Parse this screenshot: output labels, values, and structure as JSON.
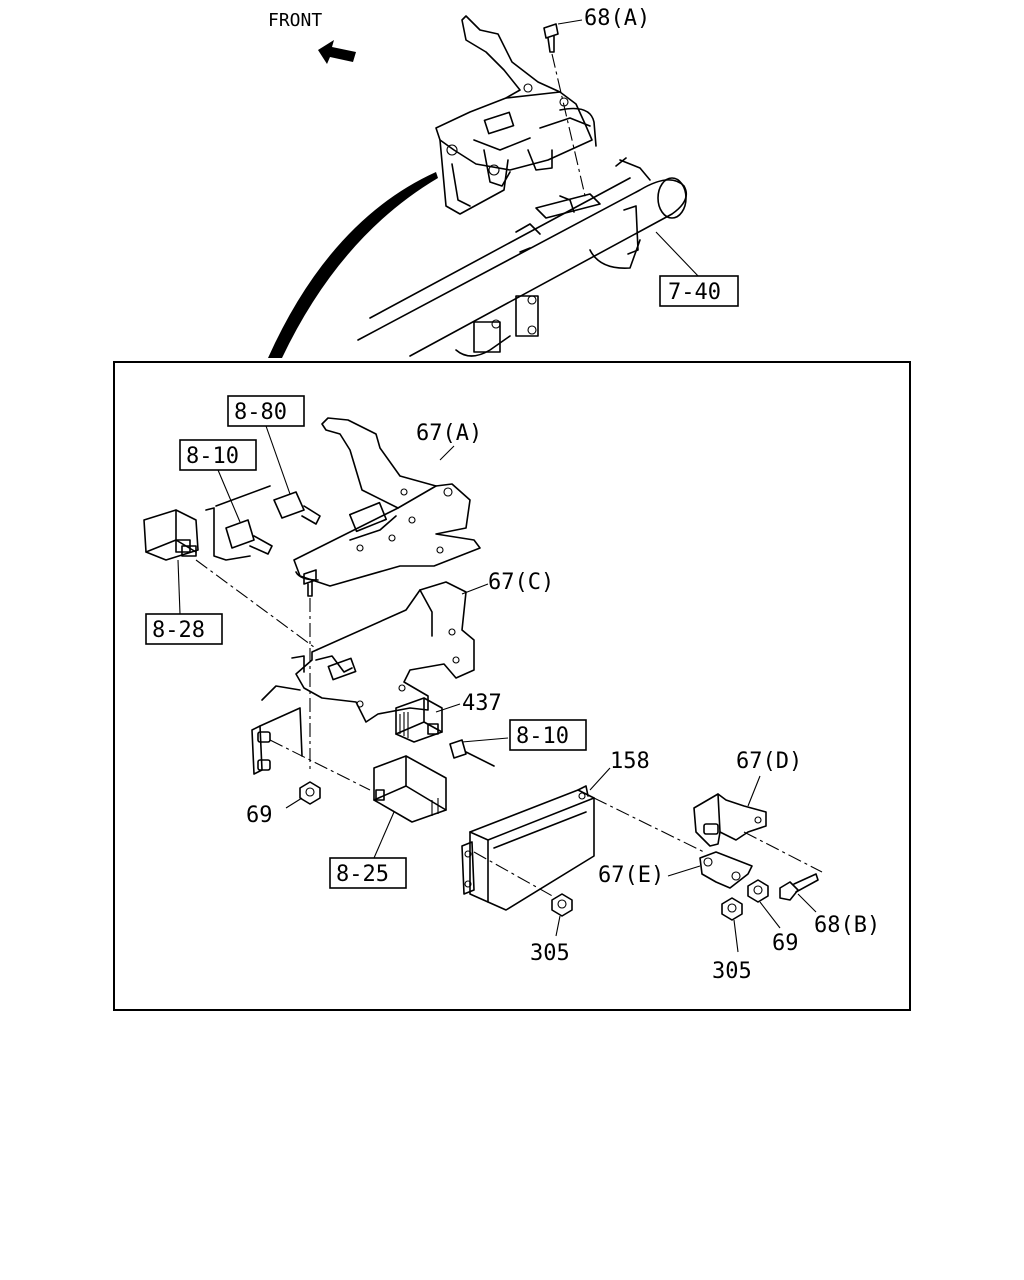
{
  "direction": {
    "front_label": "FRONT"
  },
  "labels": {
    "l_68A": "68(A)",
    "l_740": "7-40",
    "l_880": "8-80",
    "l_67A": "67(A)",
    "l_810a": "8-10",
    "l_828": "8-28",
    "l_67C": "67(C)",
    "l_437": "437",
    "l_810b": "8-10",
    "l_158": "158",
    "l_67D": "67(D)",
    "l_69a": "69",
    "l_825": "8-25",
    "l_67E": "67(E)",
    "l_68B": "68(B)",
    "l_305a": "305",
    "l_69b": "69",
    "l_305b": "305"
  }
}
